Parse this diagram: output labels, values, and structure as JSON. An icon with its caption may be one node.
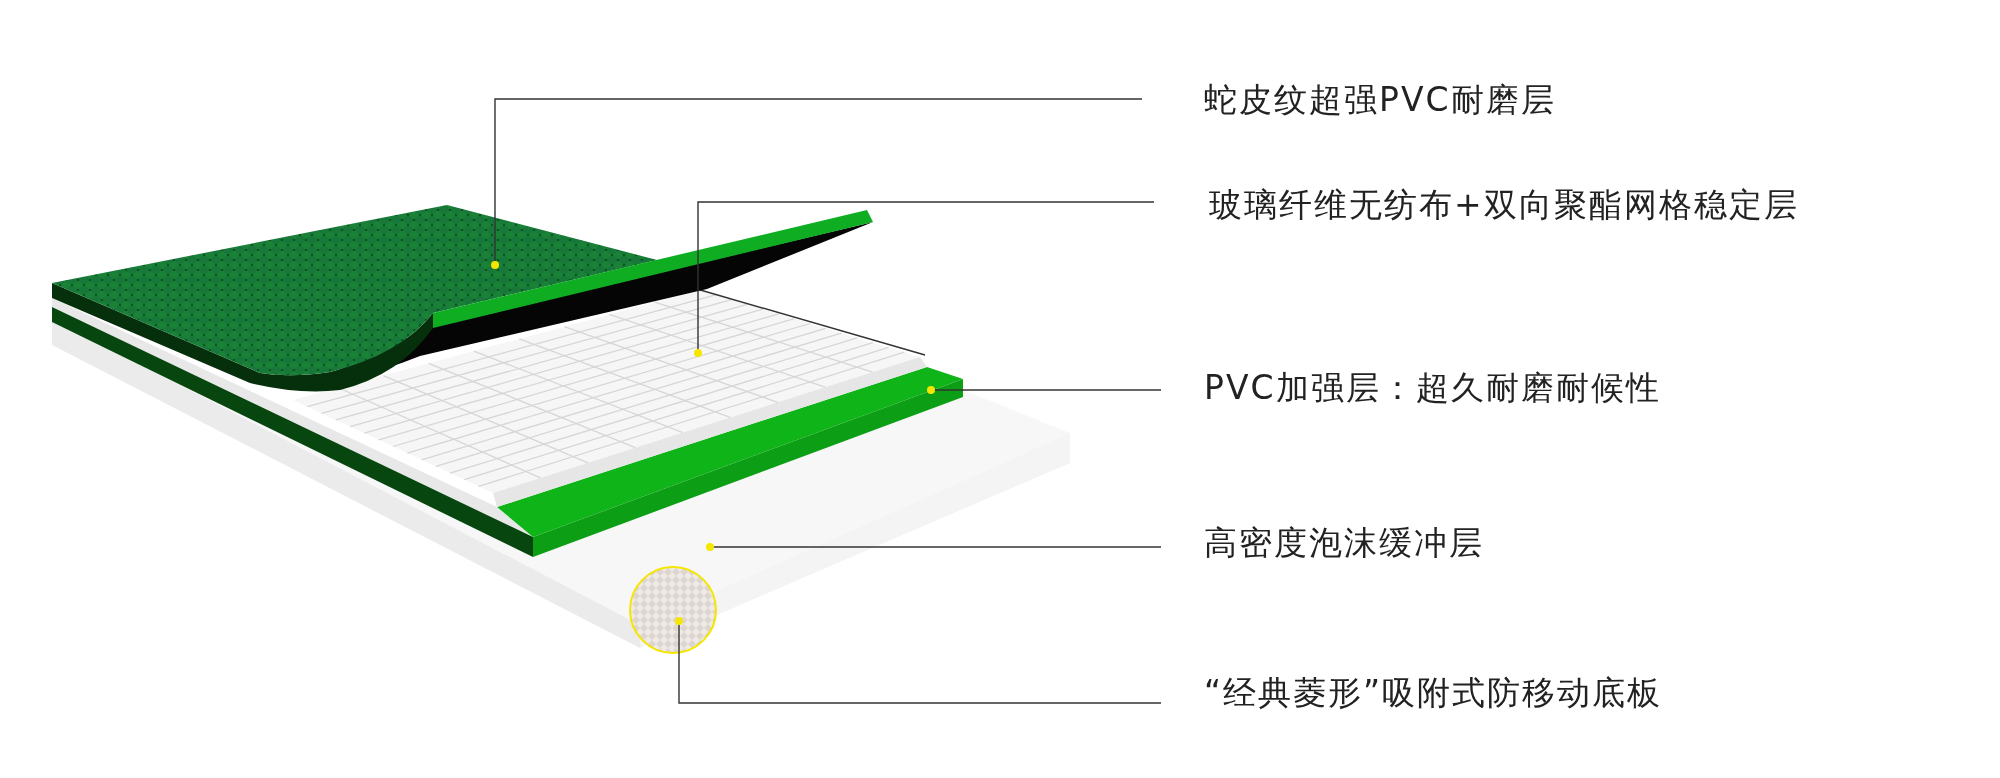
{
  "diagram": {
    "nodes": [
      {
        "text": [
          "蛇皮纹超强PVC耐磨层"
        ]
      },
      {
        "text": [
          "玻璃纤维无纺布+双向聚酯网格稳定层"
        ]
      },
      {
        "text": [
          "PVC加强层：超久耐磨耐候性"
        ]
      },
      {
        "text": [
          "高密度泡沫缓冲层"
        ]
      },
      {
        "text": [
          "“经典菱形”吸附式防移动底板"
        ]
      }
    ],
    "edges": [
      {
        "from": 0,
        "to": null,
        "arrow": "other"
      },
      {
        "from": 1,
        "to": null,
        "arrow": "other"
      },
      {
        "from": 2,
        "to": null,
        "arrow": "other"
      },
      {
        "from": 3,
        "to": null,
        "arrow": "other"
      },
      {
        "from": 4,
        "to": null,
        "arrow": "other"
      }
    ]
  }
}
